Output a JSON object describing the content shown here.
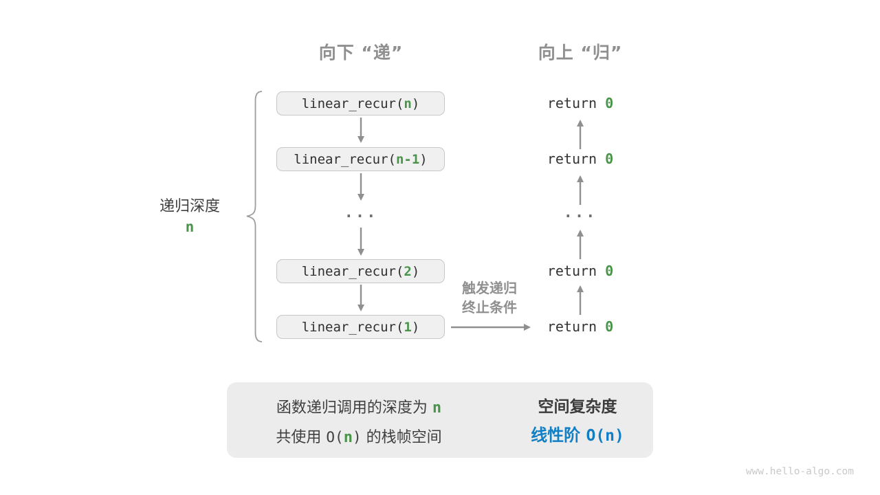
{
  "palette": {
    "accent_green": "#4a944a",
    "accent_blue": "#117fc4",
    "label_gray": "#8f8f8f",
    "arrow_gray": "#8f8f8f",
    "box_fill": "#f0f0f0",
    "box_border": "#c7c7c7",
    "summary_fill": "#ececec",
    "text_dark": "#3b3b3b"
  },
  "headers": {
    "descend": "向下 “递”",
    "ascend": "向上 “归”"
  },
  "depth_brace": {
    "label": "递归深度",
    "value": "n"
  },
  "descend_column": {
    "calls": [
      {
        "prefix": "linear_recur(",
        "arg": "n",
        "suffix": ")"
      },
      {
        "prefix": "linear_recur(",
        "arg": "n-1",
        "suffix": ")"
      },
      {
        "prefix": "linear_recur(",
        "arg": "2",
        "suffix": ")"
      },
      {
        "prefix": "linear_recur(",
        "arg": "1",
        "suffix": ")"
      }
    ],
    "ellipsis": "..."
  },
  "ascend_column": {
    "returns": [
      {
        "keyword": "return ",
        "value": "0"
      },
      {
        "keyword": "return ",
        "value": "0"
      },
      {
        "keyword": "return ",
        "value": "0"
      },
      {
        "keyword": "return ",
        "value": "0"
      }
    ],
    "ellipsis": "..."
  },
  "base_case_label": {
    "line1": "触发递归",
    "line2": "终止条件"
  },
  "summary": {
    "premise_line1": {
      "text": "函数递归调用的深度为 ",
      "value": "n"
    },
    "premise_line2": {
      "pre": "共使用 ",
      "o_open": "O(",
      "value": "n",
      "o_close": ")",
      "post": " 的栈帧空间"
    },
    "conclusion": {
      "title": "空间复杂度",
      "grade_text": "线性阶 ",
      "o_open": "O(",
      "value": "n",
      "o_close": ")"
    }
  },
  "watermark": "www.hello-algo.com"
}
